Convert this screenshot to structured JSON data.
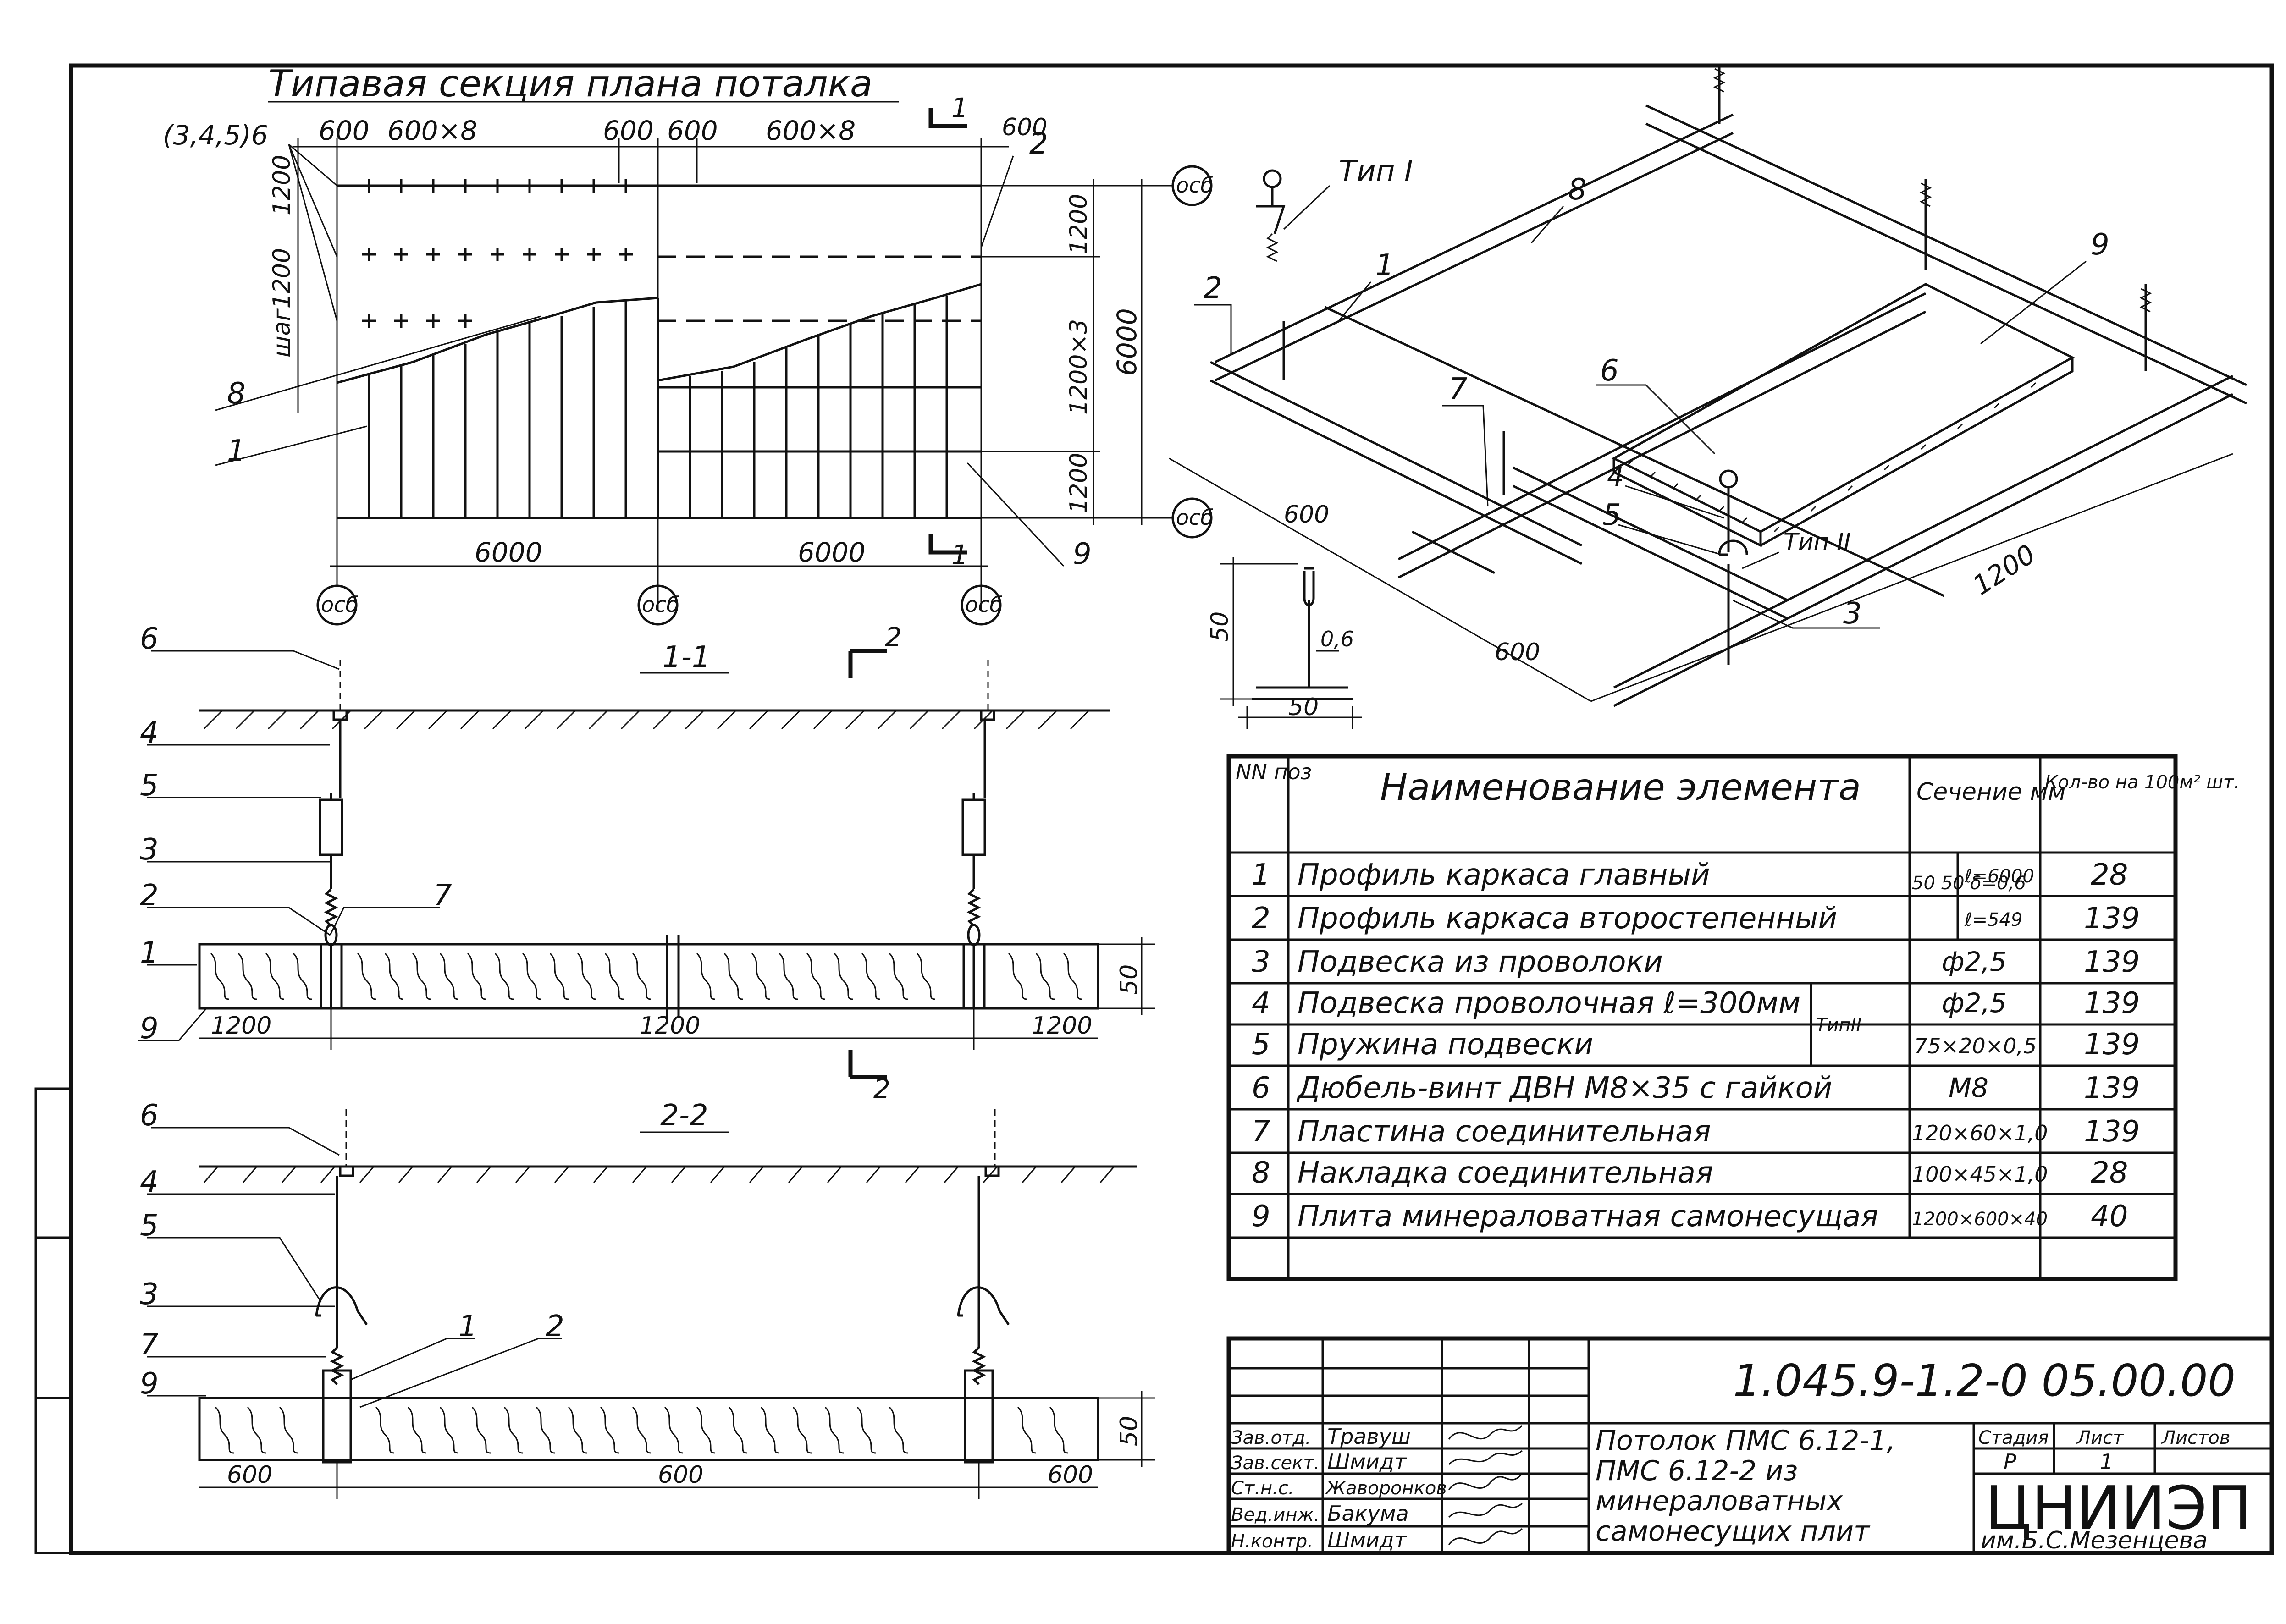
{
  "plan": {
    "title": "Типавая секция плана поталка",
    "dim_600_a": "600",
    "dim_600x8_a": "600×8",
    "dim_600_b": "600",
    "dim_600_c": "600",
    "dim_600x8_b": "600×8",
    "dim_600_d": "600",
    "label_multi": "(3,4,5)6",
    "label_step": "шаг1200",
    "label_1200_left": "1200",
    "dim_1200_top": "1200",
    "dim_1200x3": "1200×3",
    "dim_1200_bottom": "1200",
    "dim_6000_right": "6000",
    "dim_6000_left": "6000",
    "dim_6000_mid": "6000",
    "axis_label": "осб",
    "cut_1": "1",
    "callout_1": "1",
    "callout_8": "8",
    "callout_2": "2",
    "callout_9": "9"
  },
  "section_11": {
    "title": "1-1",
    "cut_2": "2",
    "callouts": [
      "6",
      "4",
      "5",
      "3",
      "2",
      "7",
      "1",
      "9"
    ],
    "dim_1200_a": "1200",
    "dim_1200_b": "1200",
    "dim_1200_c": "1200",
    "dim_50": "50"
  },
  "section_22": {
    "title": "2-2",
    "callouts": [
      "6",
      "4",
      "5",
      "3",
      "7",
      "9"
    ],
    "callout_1": "1",
    "callout_2": "2",
    "dim_600_a": "600",
    "dim_600_b": "600",
    "dim_600_c": "600",
    "dim_50": "50"
  },
  "isometric": {
    "tip1": "Тип I",
    "tip2": "Тип II",
    "callout_8": "8",
    "callout_1": "1",
    "callout_2": "2",
    "callout_9": "9",
    "callout_6": "6",
    "callout_7": "7",
    "callout_4": "4",
    "callout_5": "5",
    "callout_3": "3",
    "dim_600_a": "600",
    "dim_600_b": "600",
    "dim_1200": "1200",
    "profile_h": "50",
    "profile_t": "0,6",
    "profile_w": "50"
  },
  "spec_table": {
    "headers": {
      "pos": "NN поз",
      "name": "Наименование элемента",
      "section": "Сечение мм",
      "qty": "Кол-во на 100м² шт."
    },
    "rows": [
      {
        "pos": "1",
        "name": "Профиль каркаса главный",
        "section": "ℓ=6000",
        "qty": "28"
      },
      {
        "pos": "2",
        "name": "Профиль каркаса второстепенный",
        "section": "ℓ=549",
        "qty": "139"
      },
      {
        "pos": "3",
        "name": "Подвеска из проволоки",
        "section": "ф2,5",
        "qty": "139"
      },
      {
        "pos": "4",
        "name": "Подвеска проволочная ℓ=300мм",
        "section": "ф2,5",
        "qty": "139"
      },
      {
        "pos": "5",
        "name": "Пружина подвески",
        "section": "75×20×0,5",
        "qty": "139"
      },
      {
        "pos": "6",
        "name": "Дюбель-винт ДВН М8×35 с гайкой",
        "section": "М8",
        "qty": "139"
      },
      {
        "pos": "7",
        "name": "Пластина соединительная",
        "section": "120×60×1,0",
        "qty": "139"
      },
      {
        "pos": "8",
        "name": "Накладка соединительная",
        "section": "100×45×1,0",
        "qty": "28"
      },
      {
        "pos": "9",
        "name": "Плита минераловатная самонесущая",
        "section": "1200×600×40",
        "qty": "40"
      }
    ],
    "tip_label": "ТипII",
    "profile_dims": "50 50 δ=0,6"
  },
  "title_block": {
    "code": "1.045.9-1.2-0 05.00.00",
    "roles": [
      "Зав.отд.",
      "Зав.сект.",
      "Ст.н.с.",
      "Вед.инж.",
      "Н.контр."
    ],
    "names": [
      "Травуш",
      "Шмидт",
      "Жаворонков",
      "Бакума",
      "Шмидт"
    ],
    "description": "Потолок ПМС 6.12-1, ПМС 6.12-2 из минераловатных самонесущих плит",
    "stage_label": "Стадия",
    "sheet_label": "Лист",
    "sheets_label": "Листов",
    "stage": "Р",
    "sheet": "1",
    "org": "ЦНИИЭП",
    "org_sub": "им.Б.С.Мезенцева"
  }
}
